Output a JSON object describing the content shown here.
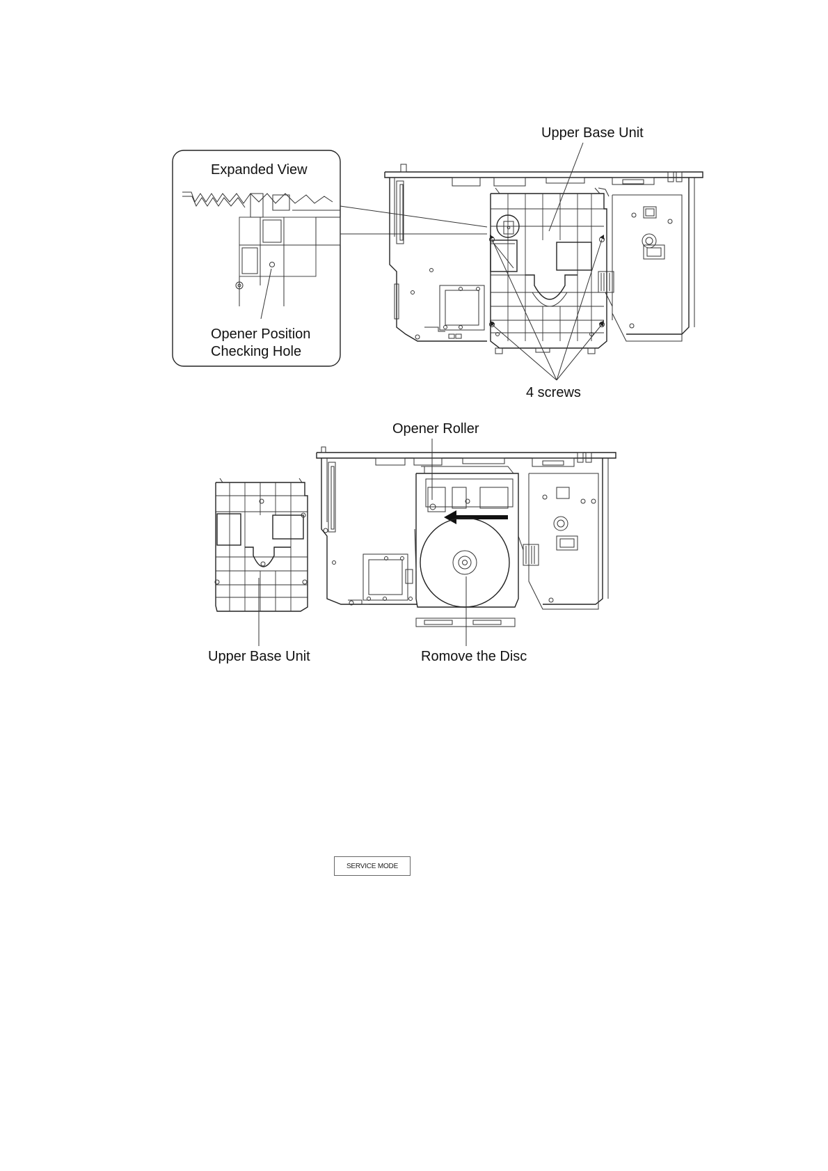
{
  "labels": {
    "upper_base_unit_top": "Upper Base Unit",
    "expanded_view": "Expanded View",
    "opener_position_line1": "Opener Position",
    "opener_position_line2": "Checking Hole",
    "four_screws": "4 screws",
    "opener_roller": "Opener Roller",
    "upper_base_unit_bottom": "Upper Base Unit",
    "remove_disc": "Romove the Disc"
  },
  "service_button": {
    "label": "SERVICE MODE"
  }
}
